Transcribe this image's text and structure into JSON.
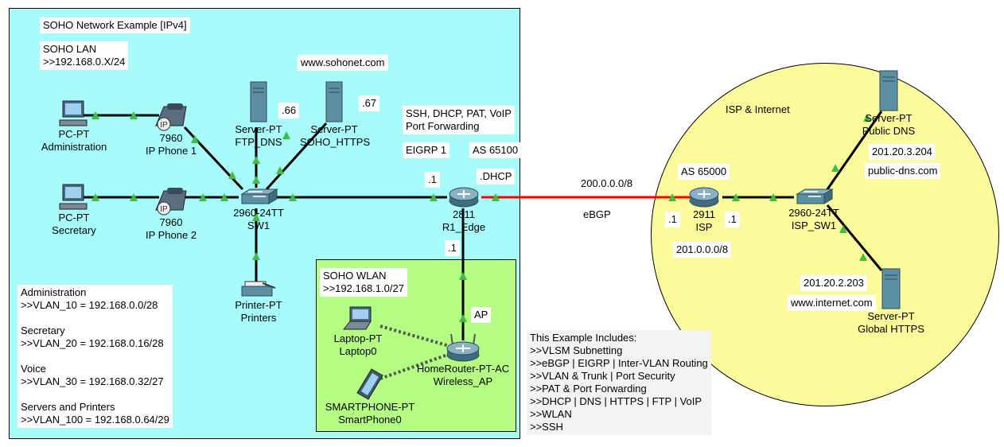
{
  "zones": {
    "lan_title": "SOHO Network Example [IPv4]",
    "lan_subnet": "SOHO LAN\n>>192.168.0.X/24",
    "wlan": "SOHO WLAN\n>>192.168.1.0/27",
    "isp_title": "ISP & Internet"
  },
  "notes": {
    "domain": "www.sohonet.com",
    "ftp_octet": ".66",
    "https_octet": ".67",
    "r1_services": "SSH, DHCP, PAT, VoIP\nPort Forwarding",
    "eigrp": "EIGRP 1",
    "as_soho": "AS 65100",
    "r1_lan_ip": ".1",
    "r1_wan_dhcp": ".DHCP",
    "r1_wlan_ip": ".1",
    "ap": "AP",
    "wan_net": "200.0.0.0/8",
    "ebgp": "eBGP",
    "as_isp": "AS 65000",
    "isp_wan_ip": ".1",
    "isp_lan_ip": ".1",
    "isp_lan_net": "201.0.0.0/8",
    "dns_ip": "201.20.3.204",
    "dns_name": "public-dns.com",
    "https_ip": "201.20.2.203",
    "https_name": "www.internet.com",
    "vlans": "Administration\n>>VLAN_10 = 192.168.0.0/28\n\nSecretary\n>>VLAN_20 = 192.168.0.16/28\n\nVoice\n>>VLAN_30 = 192.168.0.32/27\n\nServers and Printers\n>>VLAN_100 = 192.168.0.64/29",
    "includes": "This Example Includes:\n>>VLSM Subnetting\n>>eBGP | EIGRP | Inter-VLAN Routing\n>>VLAN & Trunk | Port Security\n>>PAT & Port Forwarding\n>>DHCP | DNS | HTTPS | FTP | VoIP\n>>WLAN\n>>SSH"
  },
  "devices": {
    "pc_admin": {
      "model": "PC-PT",
      "name": "Administration"
    },
    "pc_secretary": {
      "model": "PC-PT",
      "name": "Secretary"
    },
    "phone1": {
      "model": "7960",
      "name": "IP Phone 1"
    },
    "phone2": {
      "model": "7960",
      "name": "IP Phone 2"
    },
    "server_ftp": {
      "model": "Server-PT",
      "name": "FTP_DNS"
    },
    "server_https": {
      "model": "Server-PT",
      "name": "SOHO_HTTPS"
    },
    "sw1": {
      "model": "2960-24TT",
      "name": "SW1"
    },
    "printer": {
      "model": "Printer-PT",
      "name": "Printers"
    },
    "r1": {
      "model": "2811",
      "name": "R1_Edge"
    },
    "laptop": {
      "model": "Laptop-PT",
      "name": "Laptop0"
    },
    "smartphone": {
      "model": "SMARTPHONE-PT",
      "name": "SmartPhone0"
    },
    "wap": {
      "model": "HomeRouter-PT-AC",
      "name": "Wireless_AP"
    },
    "isp": {
      "model": "2911",
      "name": "ISP"
    },
    "isp_sw": {
      "model": "2960-24TT",
      "name": "ISP_SW1"
    },
    "server_dns": {
      "model": "Server-PT",
      "name": "Public DNS"
    },
    "server_global": {
      "model": "Server-PT",
      "name": "Global HTTPS"
    }
  },
  "colors": {
    "lan_zone": "#a8fbfb",
    "wlan_zone": "#b4fc82",
    "isp_zone": "#fbfb9c",
    "link": "#000000",
    "wan_link": "#ff0000",
    "port_up": "#3fbf3f"
  }
}
